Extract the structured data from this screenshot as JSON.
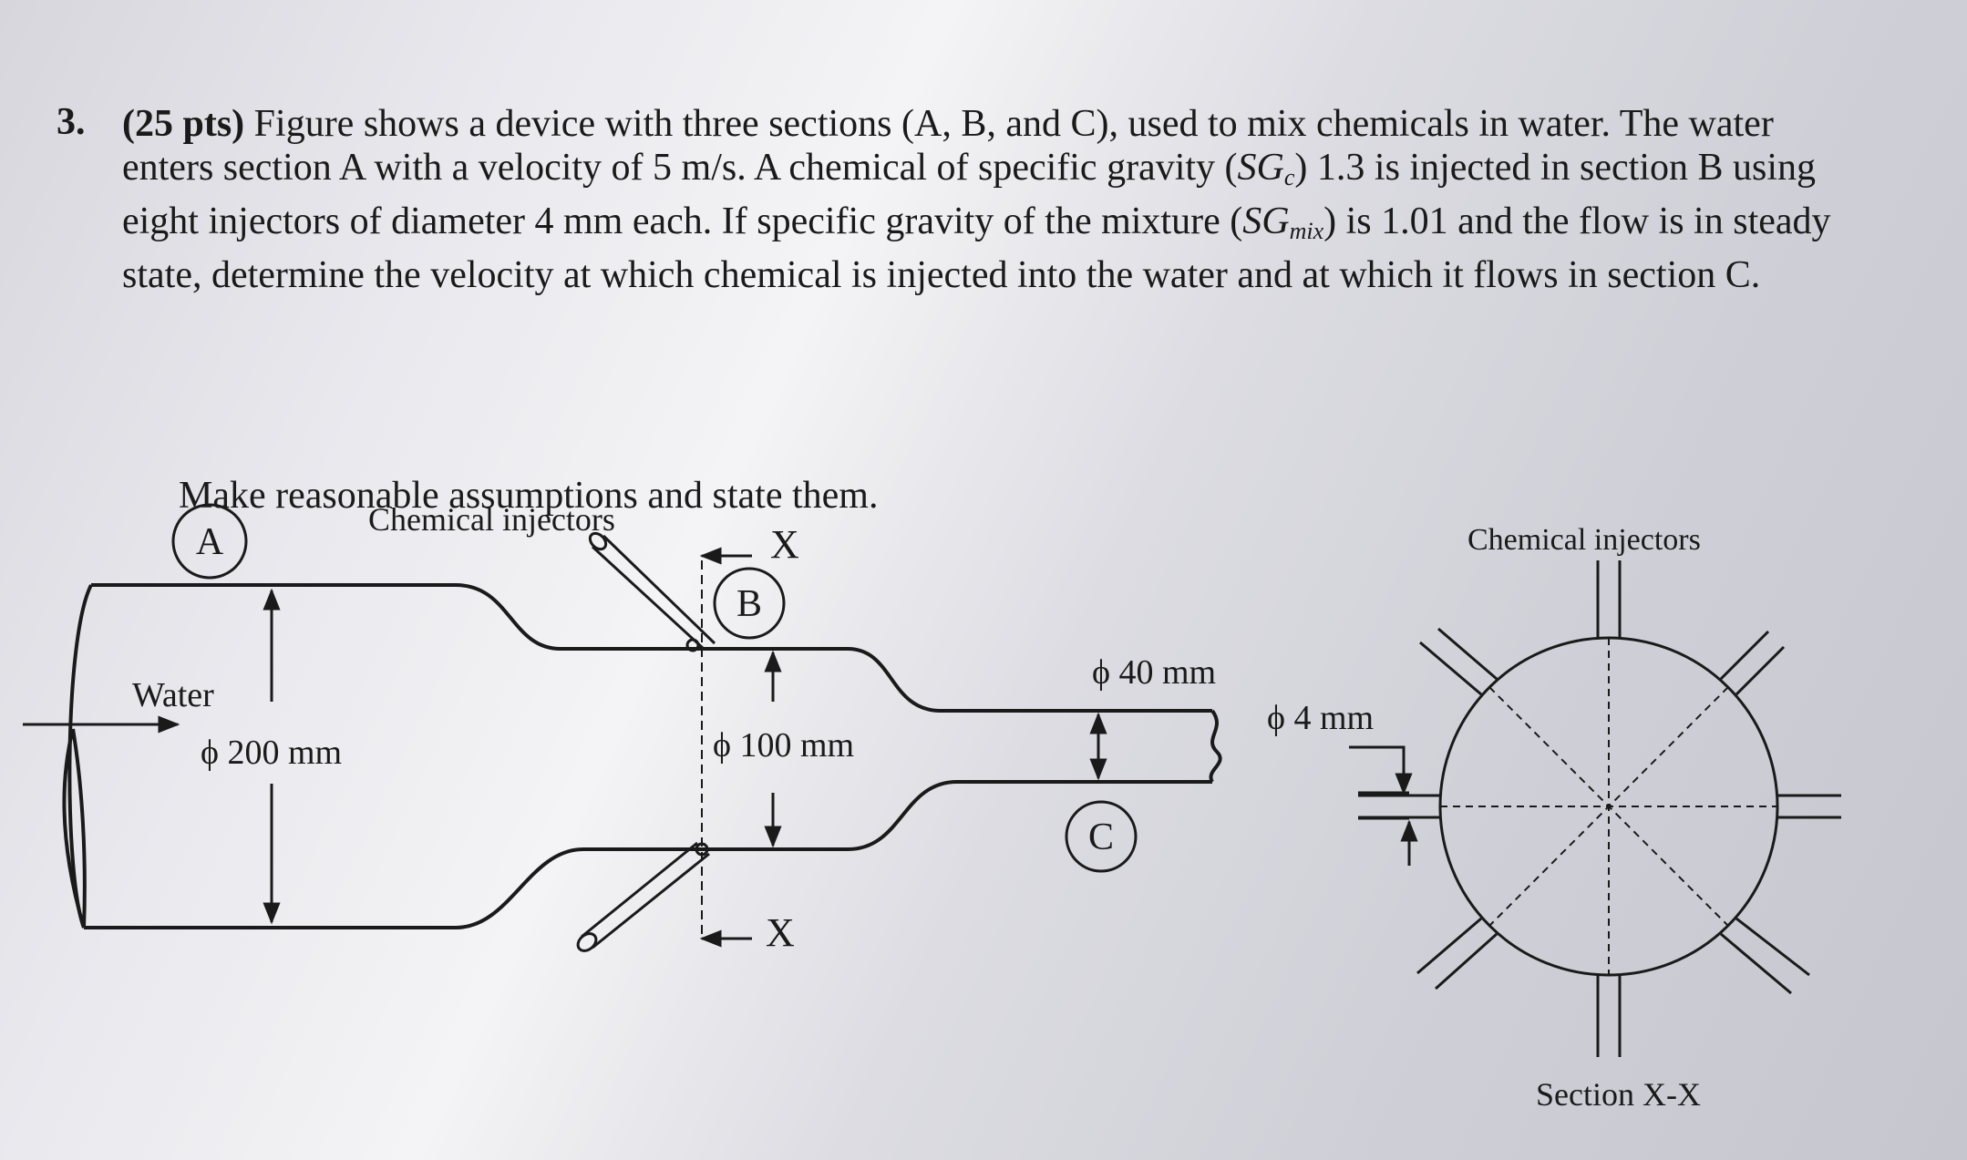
{
  "problem": {
    "number": "3.",
    "points": "(25 pts)",
    "text_before_sgc": "Figure shows a device with three sections (A, B, and C), used to mix chemicals in water. The water enters section A with a velocity of 5 m/s. A chemical of specific gravity (",
    "sgc_symbol": "SG",
    "sgc_sub": "c",
    "text_between": ") 1.3 is injected in section B using eight injectors of diameter 4 mm each. If specific gravity of the mixture (",
    "sgmix_symbol": "SG",
    "sgmix_sub": "mix",
    "text_after": ") is 1.01 and the flow is in steady state, determine the velocity at which chemical is injected into the water and at which it flows in section C.",
    "assumptions": "Make reasonable assumptions and state them."
  },
  "figure": {
    "section_a_label": "A",
    "section_b_label": "B",
    "section_c_label": "C",
    "injectors_label": "Chemical injectors",
    "water_label": "Water",
    "dia_a": "ϕ 200 mm",
    "dia_b": "ϕ 100 mm",
    "dia_c": "ϕ 40 mm",
    "cut_top": "X",
    "cut_bottom": "X",
    "section_injectors_label": "Chemical injectors",
    "injector_dia": "ϕ 4 mm",
    "section_title": "Section X-X"
  }
}
